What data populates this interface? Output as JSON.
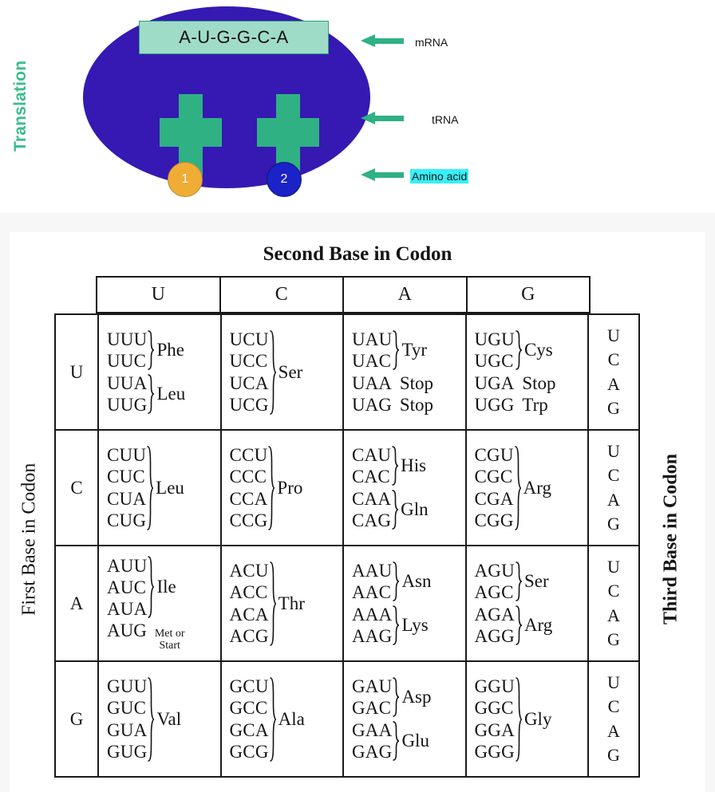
{
  "diagram": {
    "side_label": "Translation",
    "mrna_sequence": "A-U-G-G-C-A",
    "callouts": [
      {
        "label": "mRNA"
      },
      {
        "label": "tRNA"
      },
      {
        "label": "Amino acid"
      }
    ],
    "amino_acids": [
      {
        "number": "1",
        "color": "#f0ad36"
      },
      {
        "number": "2",
        "color": "#1a22c8"
      }
    ],
    "colors": {
      "ribosome": "#3519b2",
      "mrna_box": "#9fdcc8",
      "trna": "#2fb184",
      "accent_green": "#3bbd8d",
      "highlight_cyan": "#35f1f7"
    }
  },
  "codon_table": {
    "title": "Second Base in Codon",
    "left_axis_label": "First Base in Codon",
    "right_axis_label": "Third Base in Codon",
    "second_bases": [
      "U",
      "C",
      "A",
      "G"
    ],
    "third_bases": [
      "U",
      "C",
      "A",
      "G"
    ],
    "rows": [
      {
        "first_base": "U",
        "cells": [
          {
            "groups": [
              {
                "codons": [
                  "UUU",
                  "UUC"
                ],
                "aa": "Phe",
                "brace": true
              },
              {
                "codons": [
                  "UUA",
                  "UUG"
                ],
                "aa": "Leu",
                "brace": true
              }
            ]
          },
          {
            "groups": [
              {
                "codons": [
                  "UCU",
                  "UCC",
                  "UCA",
                  "UCG"
                ],
                "aa": "Ser",
                "brace": true
              }
            ]
          },
          {
            "groups": [
              {
                "codons": [
                  "UAU",
                  "UAC"
                ],
                "aa": "Tyr",
                "brace": true
              },
              {
                "lines": [
                  {
                    "codon": "UAA",
                    "aa": "Stop"
                  },
                  {
                    "codon": "UAG",
                    "aa": "Stop"
                  }
                ]
              }
            ]
          },
          {
            "groups": [
              {
                "codons": [
                  "UGU",
                  "UGC"
                ],
                "aa": "Cys",
                "brace": true
              },
              {
                "lines": [
                  {
                    "codon": "UGA",
                    "aa": "Stop"
                  },
                  {
                    "codon": "UGG",
                    "aa": "Trp"
                  }
                ]
              }
            ]
          }
        ]
      },
      {
        "first_base": "C",
        "cells": [
          {
            "groups": [
              {
                "codons": [
                  "CUU",
                  "CUC",
                  "CUA",
                  "CUG"
                ],
                "aa": "Leu",
                "brace": true
              }
            ]
          },
          {
            "groups": [
              {
                "codons": [
                  "CCU",
                  "CCC",
                  "CCA",
                  "CCG"
                ],
                "aa": "Pro",
                "brace": true
              }
            ]
          },
          {
            "groups": [
              {
                "codons": [
                  "CAU",
                  "CAC"
                ],
                "aa": "His",
                "brace": true
              },
              {
                "codons": [
                  "CAA",
                  "CAG"
                ],
                "aa": "Gln",
                "brace": true
              }
            ]
          },
          {
            "groups": [
              {
                "codons": [
                  "CGU",
                  "CGC",
                  "CGA",
                  "CGG"
                ],
                "aa": "Arg",
                "brace": true
              }
            ]
          }
        ]
      },
      {
        "first_base": "A",
        "cells": [
          {
            "groups": [
              {
                "codons": [
                  "AUU",
                  "AUC",
                  "AUA"
                ],
                "aa": "Ile",
                "brace": true
              },
              {
                "lines": [
                  {
                    "codon": "AUG",
                    "aa": "Met or Start",
                    "small": true
                  }
                ]
              }
            ]
          },
          {
            "groups": [
              {
                "codons": [
                  "ACU",
                  "ACC",
                  "ACA",
                  "ACG"
                ],
                "aa": "Thr",
                "brace": true
              }
            ]
          },
          {
            "groups": [
              {
                "codons": [
                  "AAU",
                  "AAC"
                ],
                "aa": "Asn",
                "brace": true
              },
              {
                "codons": [
                  "AAA",
                  "AAG"
                ],
                "aa": "Lys",
                "brace": true
              }
            ]
          },
          {
            "groups": [
              {
                "codons": [
                  "AGU",
                  "AGC"
                ],
                "aa": "Ser",
                "brace": true
              },
              {
                "codons": [
                  "AGA",
                  "AGG"
                ],
                "aa": "Arg",
                "brace": true
              }
            ]
          }
        ]
      },
      {
        "first_base": "G",
        "cells": [
          {
            "groups": [
              {
                "codons": [
                  "GUU",
                  "GUC",
                  "GUA",
                  "GUG"
                ],
                "aa": "Val",
                "brace": true
              }
            ]
          },
          {
            "groups": [
              {
                "codons": [
                  "GCU",
                  "GCC",
                  "GCA",
                  "GCG"
                ],
                "aa": "Ala",
                "brace": true
              }
            ]
          },
          {
            "groups": [
              {
                "codons": [
                  "GAU",
                  "GAC"
                ],
                "aa": "Asp",
                "brace": true
              },
              {
                "codons": [
                  "GAA",
                  "GAG"
                ],
                "aa": "Glu",
                "brace": true
              }
            ]
          },
          {
            "groups": [
              {
                "codons": [
                  "GGU",
                  "GGC",
                  "GGA",
                  "GGG"
                ],
                "aa": "Gly",
                "brace": true
              }
            ]
          }
        ]
      }
    ]
  }
}
